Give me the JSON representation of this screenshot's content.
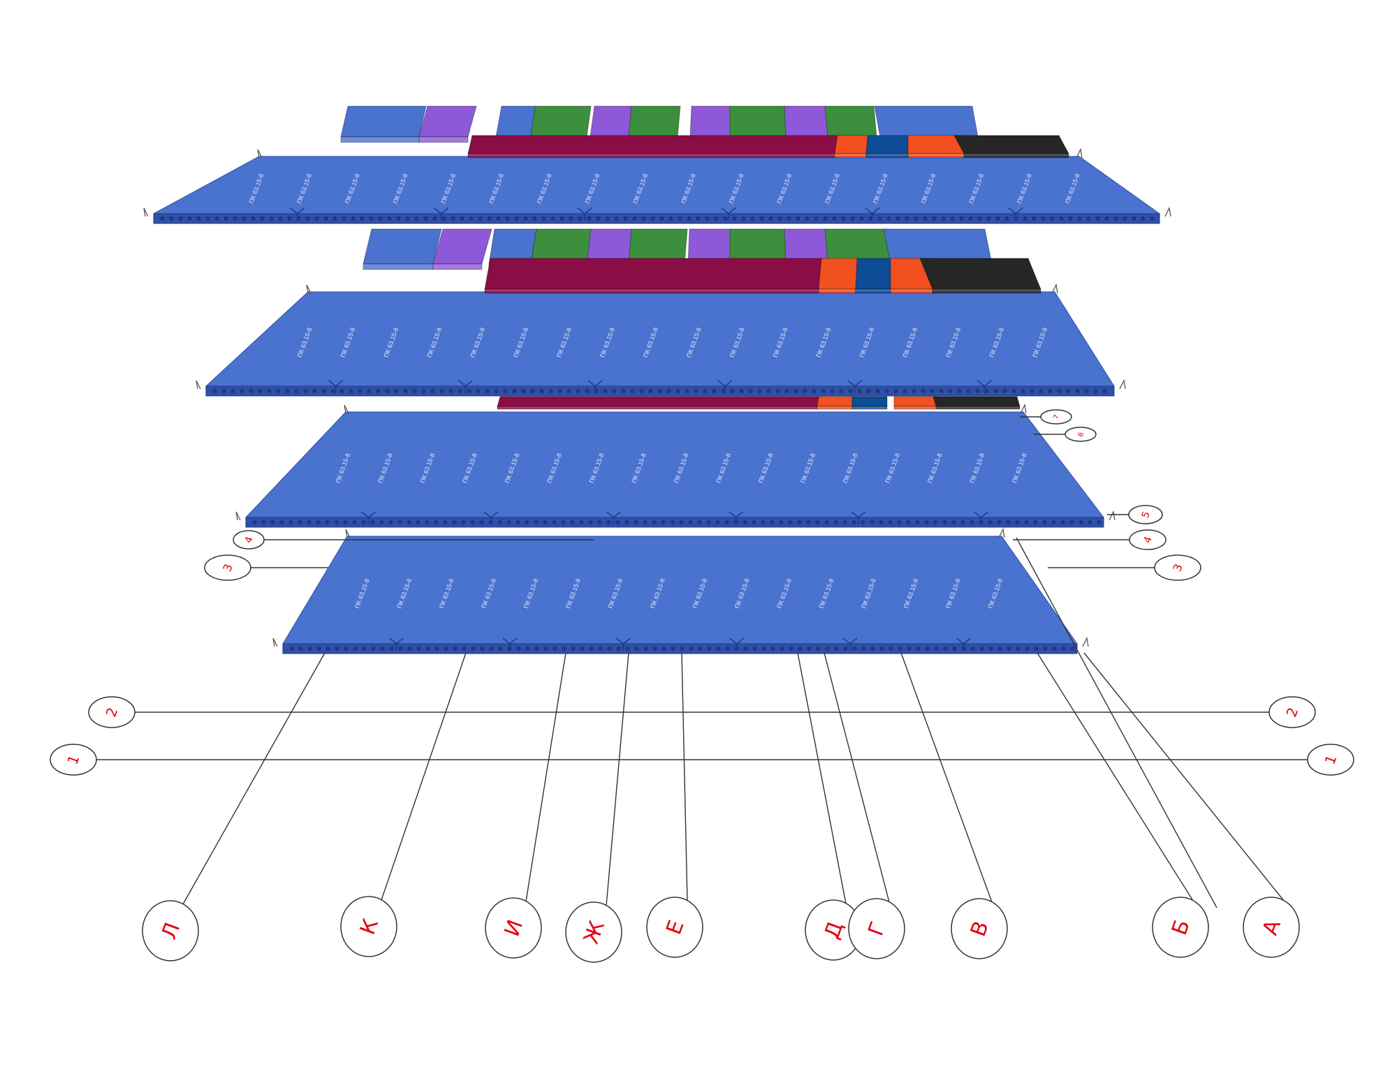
{
  "colors": {
    "background": "#ffffff",
    "slab_blue": "#4a72cf",
    "slab_blue_edge": "#2f4fa8",
    "slab_purple": "#8e59d9",
    "slab_green": "#3c8f3c",
    "slab_crimson": "#8a0d45",
    "slab_orange": "#f2501f",
    "slab_navy": "#0c4c96",
    "slab_black": "#262626",
    "axis_line": "#333333",
    "bubble_stroke": "#333333",
    "bubble_text": "#e3000f"
  },
  "slab_mark": "ПК 63.15-8",
  "axes": {
    "letters": [
      "Л",
      "К",
      "И",
      "Ж",
      "Е",
      "Д",
      "Г",
      "В",
      "Б",
      "А"
    ],
    "rows_bottom": [
      "2",
      "1"
    ],
    "rows_left": [
      "4",
      "3"
    ],
    "rows_right": [
      "7",
      "6",
      "5",
      "4",
      "3"
    ]
  }
}
